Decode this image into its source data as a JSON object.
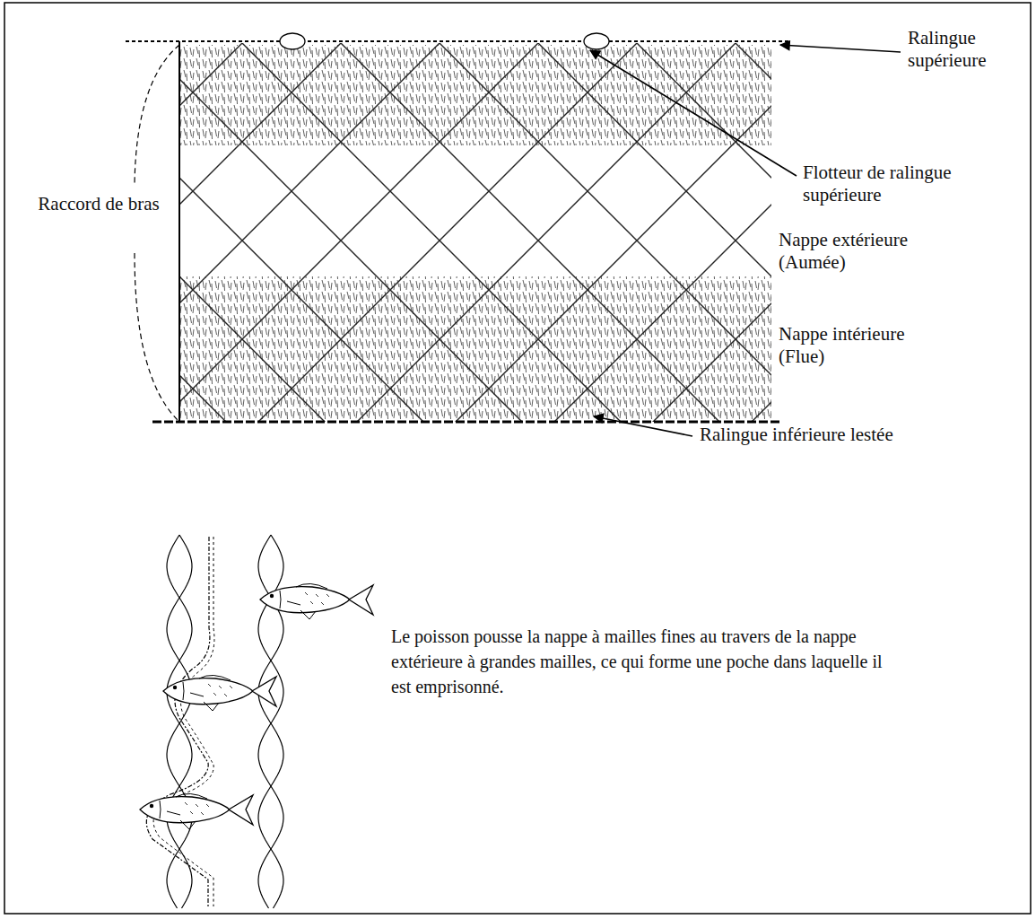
{
  "diagram": {
    "labels": [
      "Ralingue supérieure",
      "Flotteur de ralingue supérieure",
      "Raccord de bras",
      "Nappe extérieure (Aumée)",
      "Nappe intérieure (Flue)",
      "Ralingue inférieure lestée",
      "Le poisson pousse la nappe à mailles fines au travers de la nappe extérieure à grandes mailles, ce qui forme une poche dans laquelle il est emprisonné."
    ]
  }
}
